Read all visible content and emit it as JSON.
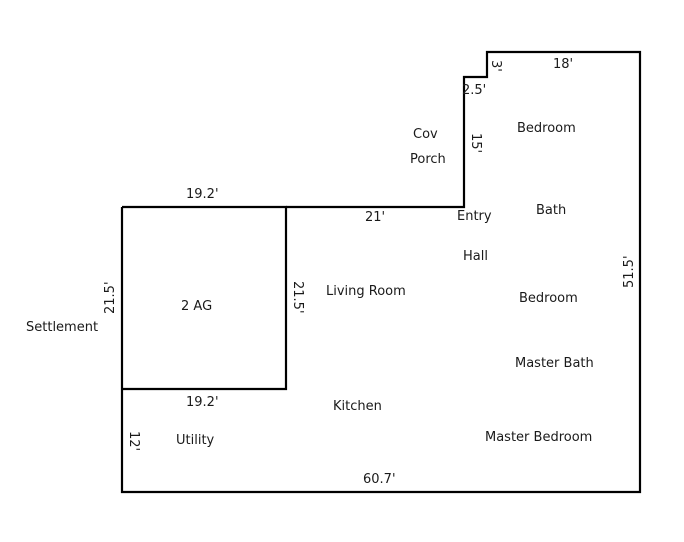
{
  "diagram": {
    "rooms": {
      "bedroom_1": "Bedroom",
      "bath": "Bath",
      "bedroom_2": "Bedroom",
      "master_bath": "Master Bath",
      "master_bedroom": "Master Bedroom",
      "living_room": "Living Room",
      "kitchen": "Kitchen",
      "utility": "Utility",
      "hall": "Hall",
      "entry": "Entry",
      "garage": "2 AG",
      "cov": "Cov",
      "porch": "Porch",
      "settlement": "Settlement"
    },
    "dimensions": {
      "top_18": "18'",
      "notch_3": "3'",
      "notch_2_5": "2.5'",
      "porch_15": "15'",
      "right_51_5": "51.5'",
      "porch_21": "21'",
      "garage_top_19_2": "19.2'",
      "garage_left_21_5": "21.5'",
      "garage_right_21_5": "21.5'",
      "garage_bottom_19_2": "19.2'",
      "left_12": "12'",
      "bottom_60_7": "60.7'"
    },
    "colors": {
      "line": "#000000",
      "text": "#1a1a1a",
      "background": "#ffffff"
    }
  }
}
